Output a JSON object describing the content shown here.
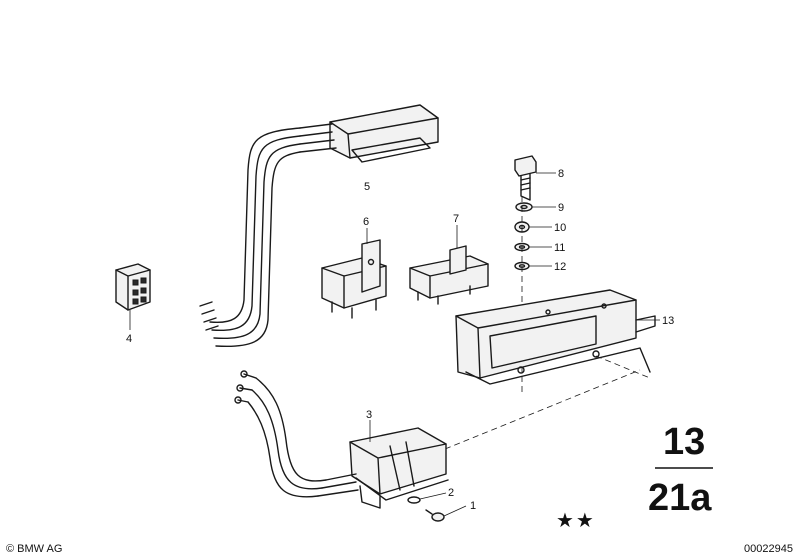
{
  "group": {
    "top": "13",
    "bottom": "21a"
  },
  "stars": "★★",
  "footer": {
    "copyright": "© BMW AG",
    "catalog_number": "00022945"
  },
  "callouts": [
    "1",
    "2",
    "3",
    "4",
    "5",
    "6",
    "7",
    "8",
    "9",
    "10",
    "11",
    "12",
    "13"
  ]
}
